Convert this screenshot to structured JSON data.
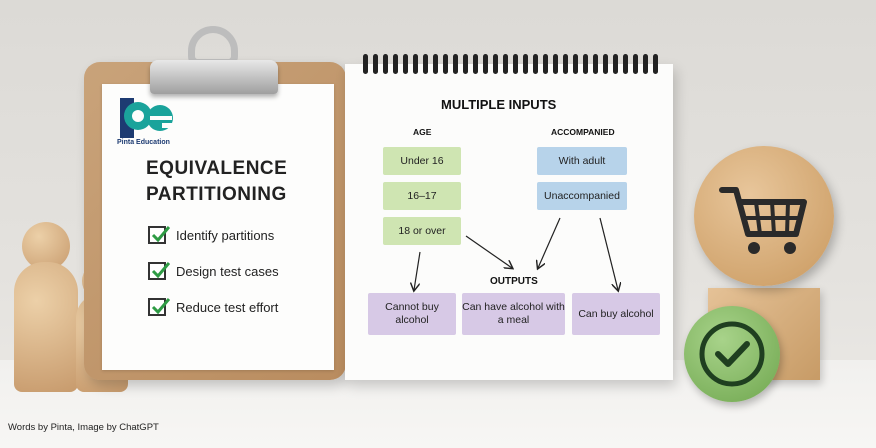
{
  "logo": {
    "brand": "Pinta Education",
    "mark": "pe"
  },
  "clipboard": {
    "title_line1": "EQUIVALENCE",
    "title_line2": "PARTITIONING",
    "items": [
      "Identify partitions",
      "Design test cases",
      "Reduce test effort"
    ]
  },
  "calendar": {
    "title": "MULTIPLE INPUTS",
    "age_header": "AGE",
    "accompanied_header": "ACCOMPANIED",
    "age_options": [
      "Under 16",
      "16–17",
      "18 or over"
    ],
    "accompanied_options": [
      "With adult",
      "Unaccompanied"
    ],
    "outputs_label": "OUTPUTS",
    "outputs": [
      "Cannot buy alcohol",
      "Can have alcohol with a meal",
      "Can buy alcohol"
    ]
  },
  "credit": "Words by Pinta, Image by ChatGPT",
  "icons": [
    "shopping-cart-icon",
    "checkmark-icon"
  ],
  "colors": {
    "partition_green": "#cfe5b2",
    "partition_blue": "#b7d3ea",
    "output_purple": "#d7c9e6",
    "brand_teal": "#1aa39b",
    "brand_navy": "#1d3b72"
  }
}
